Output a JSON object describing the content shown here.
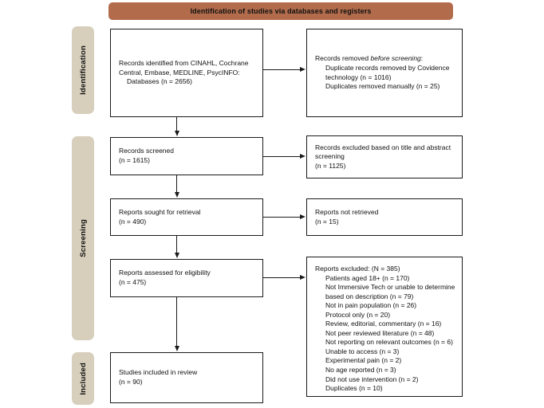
{
  "header": {
    "title": "Identification of studies via databases and registers"
  },
  "sidebar": {
    "identification": "Identification",
    "screening": "Screening",
    "included": "Included"
  },
  "boxes": {
    "records_identified": {
      "text": "Records identified from CINAHL, Cochrane Central, Embase, MEDLINE, PsycINFO:",
      "indent_line": "Databases (n = 2656)"
    },
    "records_removed": {
      "title_prefix": "Records removed ",
      "title_italic": "before screening",
      "title_suffix": ":",
      "items": [
        "Duplicate records removed by Covidence technology (n = 1016)",
        "Duplicates removed manually (n = 25)"
      ]
    },
    "records_screened": {
      "label": "Records screened",
      "count": "(n = 1615)"
    },
    "records_excluded": {
      "label": "Records excluded based on title and abstract screening",
      "count": "(n = 1125)"
    },
    "reports_sought": {
      "label": "Reports sought for retrieval",
      "count": "(n = 490)"
    },
    "reports_not_retrieved": {
      "label": "Reports not retrieved",
      "count": "(n = 15)"
    },
    "reports_assessed": {
      "label": "Reports assessed for eligibility",
      "count": "(n = 475)"
    },
    "reports_excluded": {
      "title": "Reports excluded: (N = 385)",
      "items": [
        "Patients aged 18+ (n = 170)",
        "Not Immersive Tech or unable to determine based on description (n = 79)",
        "Not in pain population (n = 26)",
        "Protocol only (n = 20)",
        "Review, editorial, commentary (n = 16)",
        "Not peer reviewed literature (n = 48)",
        "Not reporting on relevant outcomes (n = 6)",
        "Unable to access (n = 3)",
        "Experimental pain (n = 2)",
        "No age reported (n = 3)",
        "Did not use intervention (n = 2)",
        "Duplicates (n = 10)"
      ]
    },
    "studies_included": {
      "label": "Studies included in review",
      "count": "(n = 90)"
    }
  },
  "colors": {
    "banner": "#b26c4c",
    "pill": "#d7cfbc",
    "line": "#1a1a1a",
    "text": "#111111"
  }
}
